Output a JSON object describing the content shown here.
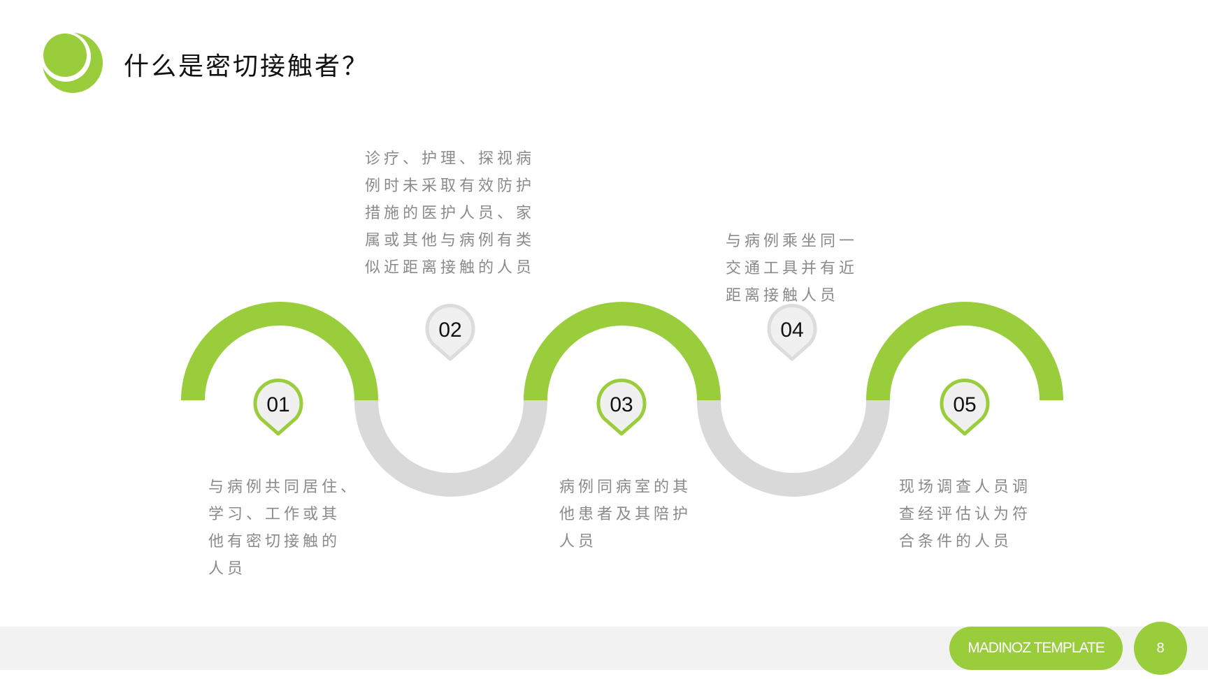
{
  "title": "什么是密切接触者？",
  "colors": {
    "accent": "#9acd3c",
    "gray_arc": "#d9d9d9",
    "text_gray": "#8a8a8a"
  },
  "steps": [
    {
      "num": "01",
      "lines": [
        "与病例共同居住、",
        "学习、工作或其",
        "他有密切接触的",
        "人员"
      ]
    },
    {
      "num": "02",
      "lines": [
        "诊疗、护理、探视病",
        "例时未采取有效防护",
        "措施的医护人员、家",
        "属或其他与病例有类",
        "似近距离接触的人员"
      ]
    },
    {
      "num": "03",
      "lines": [
        "病例同病室的其",
        "他患者及其陪护",
        "人员"
      ]
    },
    {
      "num": "04",
      "lines": [
        "与病例乘坐同一",
        "交通工具并有近",
        "距离接触人员"
      ]
    },
    {
      "num": "05",
      "lines": [
        "现场调查人员调",
        "查经评估认为符",
        "合条件的人员"
      ]
    }
  ],
  "footer": {
    "brand": "MADINOZ TEMPLATE",
    "page": "8"
  }
}
